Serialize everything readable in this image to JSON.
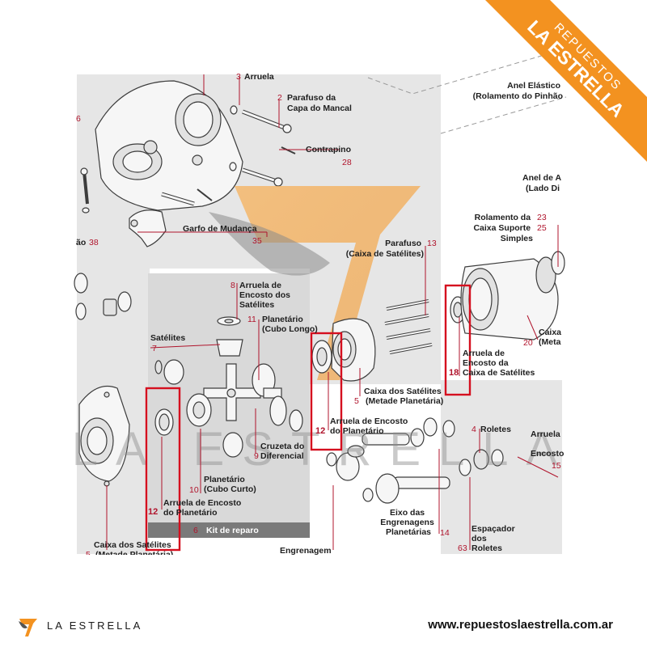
{
  "brand": {
    "ribbon_line1": "REPUESTOS",
    "ribbon_line2": "LA ESTRELLA",
    "ribbon_color": "#f39220",
    "footer_name": "LA ESTRELLA",
    "website": "www.repuestoslaestrella.com.ar",
    "watermark": "LA ESTRELLA"
  },
  "highlight_color": "#d50f1f",
  "labels": {
    "arruela_3": "Arruela",
    "parafuso_capa_1": "Parafuso da",
    "parafuso_capa_2": "Capa do Mancal",
    "contrapino": "Contrapino",
    "garfo": "Garfo de Mudança",
    "anel_elastico_1": "Anel Elástico",
    "anel_elastico_2": "(Rolamento do Pinhão",
    "anel_a_1": "Anel de A",
    "anel_a_2": "(Lado Di",
    "rolamento_1": "Rolamento da",
    "rolamento_2": "Caixa Suporte",
    "rolamento_3": "Simples",
    "parafuso_caixa_1": "Parafuso",
    "parafuso_caixa_2": "(Caixa de Satélites)",
    "arruela_8_1": "Arruela de",
    "arruela_8_2": "Encosto dos",
    "arruela_8_3": "Satélites",
    "planetario_longo_1": "Planetário",
    "planetario_longo_2": "(Cubo Longo)",
    "satelites": "Satélites",
    "arruela_18_1": "Arruela de",
    "arruela_18_2": "Encosto da",
    "arruela_18_3": "Caixa de Satélites",
    "caixa_20_1": "Caixa",
    "caixa_20_2": "(Meta",
    "caixa_5_1": "Caixa dos Satélites",
    "caixa_5_2": "(Metade Planetária)",
    "arruela_12_mid_1": "Arruela de Encosto",
    "arruela_12_mid_2": "do Planetário",
    "roletes": "Roletes",
    "arruela_15_1": "Arruela",
    "arruela_15_2": "Encosto",
    "cruzeta_1": "Cruzeta do",
    "cruzeta_2": "Diferencial",
    "planetario_curto_1": "Planetário",
    "planetario_curto_2": "(Cubo Curto)",
    "arruela_12_left_1": "Arruela de Encosto",
    "arruela_12_left_2": "do Planetário",
    "kit": "Kit de reparo",
    "eixo_1": "Eixo das",
    "eixo_2": "Engrenagens",
    "eixo_3": "Planetárias",
    "espacador_1": "Espaçador",
    "espacador_2": "dos",
    "espacador_3": "Roletes",
    "caixa_bottom_1": "Caixa dos Satélites",
    "caixa_bottom_2": "(Metade Planetária)",
    "engrenagem": "Engrenagem",
    "frag_ao": "ão"
  },
  "numbers": {
    "n3": "3",
    "n2": "2",
    "n28": "28",
    "n35": "35",
    "n38": "38",
    "n6_top": "6",
    "n23": "23",
    "n25": "25",
    "n13": "13",
    "n8": "8",
    "n11": "11",
    "n7": "7",
    "n18": "18",
    "n20": "20",
    "n5": "5",
    "n12_mid": "12",
    "n4": "4",
    "n15": "15",
    "n9": "9",
    "n10": "10",
    "n12_left": "12",
    "n6_kit": "6",
    "n14": "14",
    "n63": "63",
    "n5_bottom": "5"
  }
}
